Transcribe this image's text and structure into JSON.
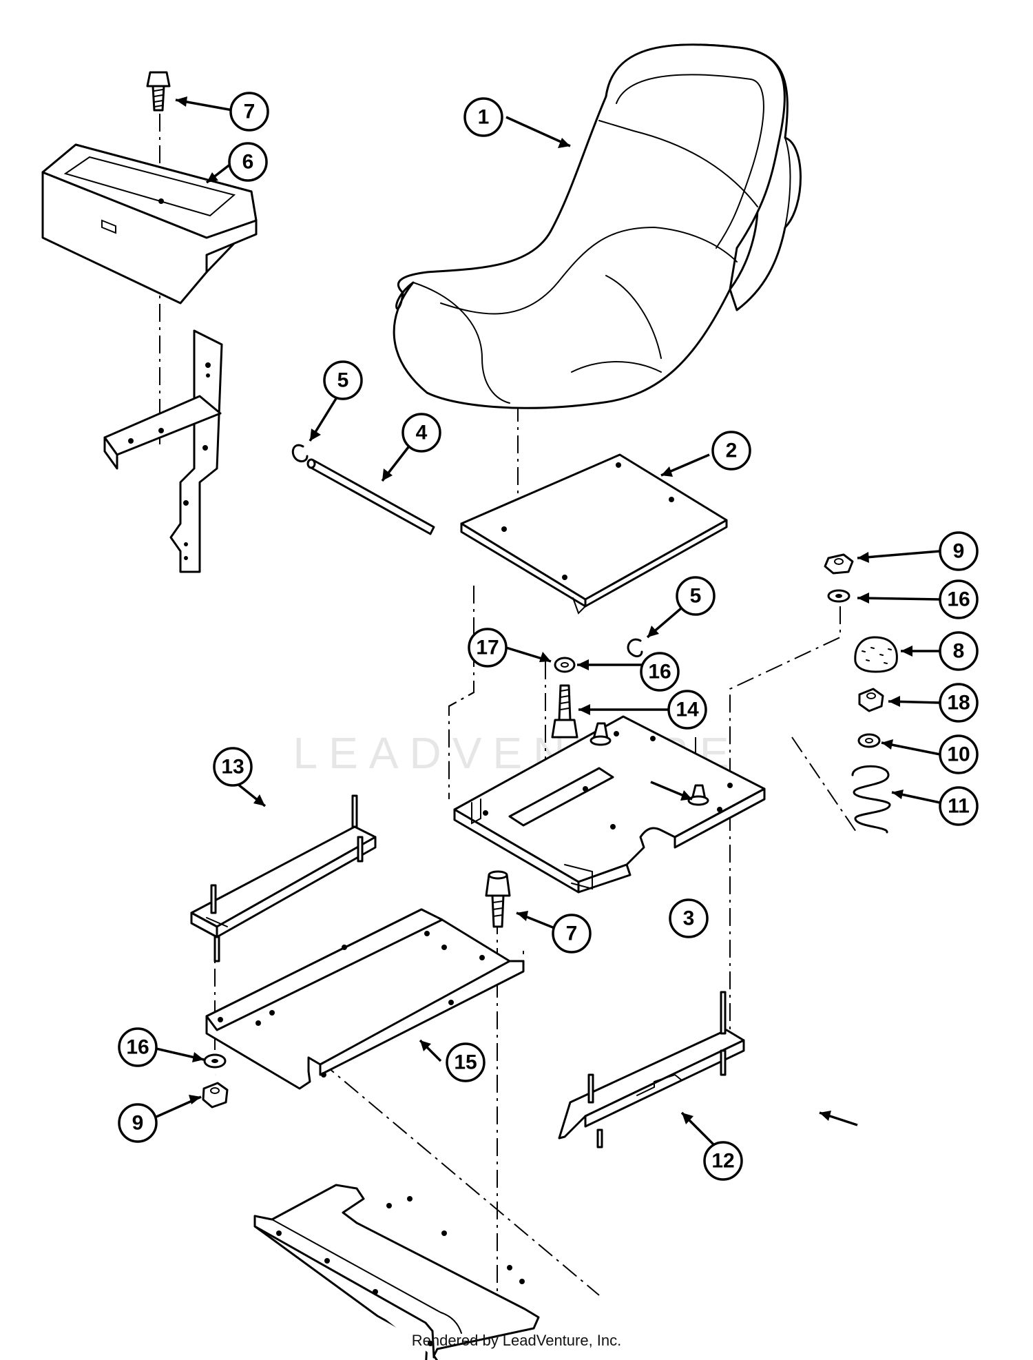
{
  "watermark": {
    "text": "LEADVENTURE"
  },
  "footer": {
    "credit": "Rendered by LeadVenture, Inc."
  },
  "callouts": [
    {
      "id": "c1",
      "label": "1"
    },
    {
      "id": "c2",
      "label": "2"
    },
    {
      "id": "c3",
      "label": "3"
    },
    {
      "id": "c4",
      "label": "4"
    },
    {
      "id": "c5a",
      "label": "5"
    },
    {
      "id": "c5b",
      "label": "5"
    },
    {
      "id": "c6",
      "label": "6"
    },
    {
      "id": "c7a",
      "label": "7"
    },
    {
      "id": "c7b",
      "label": "7"
    },
    {
      "id": "c8",
      "label": "8"
    },
    {
      "id": "c9a",
      "label": "9"
    },
    {
      "id": "c9b",
      "label": "9"
    },
    {
      "id": "c10",
      "label": "10"
    },
    {
      "id": "c11",
      "label": "11"
    },
    {
      "id": "c12",
      "label": "12"
    },
    {
      "id": "c13",
      "label": "13"
    },
    {
      "id": "c14",
      "label": "14"
    },
    {
      "id": "c15",
      "label": "15"
    },
    {
      "id": "c16a",
      "label": "16"
    },
    {
      "id": "c16b",
      "label": "16"
    },
    {
      "id": "c16c",
      "label": "16"
    },
    {
      "id": "c17",
      "label": "17"
    },
    {
      "id": "c18",
      "label": "18"
    }
  ]
}
